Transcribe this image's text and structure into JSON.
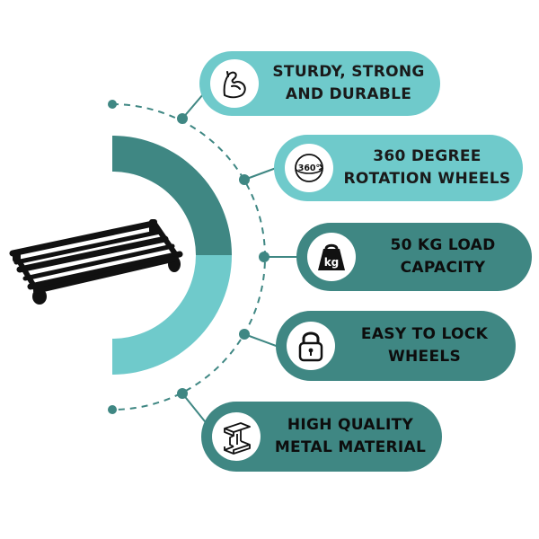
{
  "colors": {
    "teal_light": "#6fcacb",
    "teal_dark": "#3f8783",
    "arc_light": "#6fcacb",
    "arc_dark": "#3f8783",
    "connector": "#3f8783"
  },
  "features": [
    {
      "icon": "flexed-arm-icon",
      "line1": "STURDY, STRONG",
      "line2": "AND DURABLE"
    },
    {
      "icon": "rotation-360-icon",
      "line1": "360 DEGREE",
      "line2": "ROTATION WHEELS"
    },
    {
      "icon": "weight-kg-icon",
      "line1": "50 KG LOAD",
      "line2": "CAPACITY",
      "icon_text": "kg"
    },
    {
      "icon": "padlock-icon",
      "line1": "EASY TO LOCK",
      "line2": "WHEELS"
    },
    {
      "icon": "steel-beam-icon",
      "line1": "HIGH QUALITY",
      "line2": "METAL MATERIAL"
    }
  ],
  "rotation_icon_text": "360°"
}
